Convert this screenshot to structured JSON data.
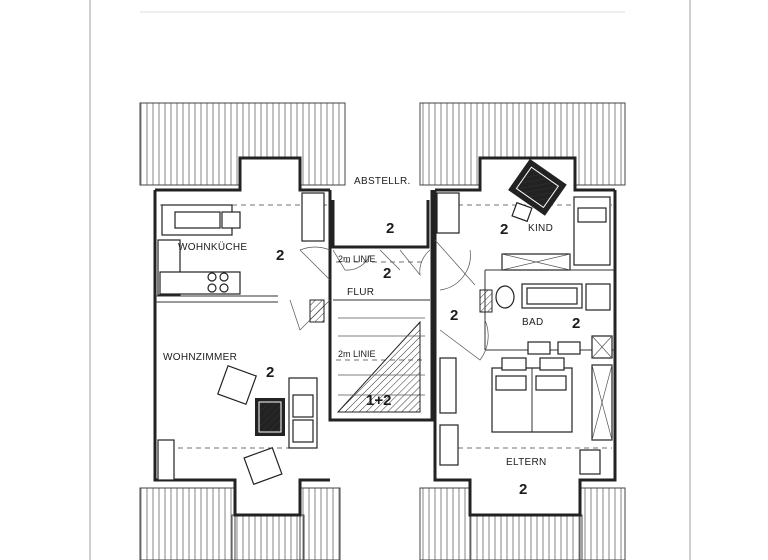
{
  "rooms": {
    "abstellraum": {
      "label": "ABSTELLR.",
      "floor": "2"
    },
    "kind": {
      "label": "KIND",
      "floor": "2"
    },
    "wohnkueche": {
      "label": "WOHNKÜCHE",
      "floor": "2"
    },
    "flur": {
      "label": "FLUR",
      "floor": "2"
    },
    "linie_top": {
      "label": "2m LINIE"
    },
    "linie_stairs": {
      "label": "2m LINIE"
    },
    "bad": {
      "label": "BAD",
      "floor": "2"
    },
    "corridor": {
      "floor": "2"
    },
    "wohnzimmer": {
      "label": "WOHNZIMMER",
      "floor": "2"
    },
    "stairs": {
      "floor": "1+2"
    },
    "eltern": {
      "label": "ELTERN",
      "floor": "2"
    }
  }
}
